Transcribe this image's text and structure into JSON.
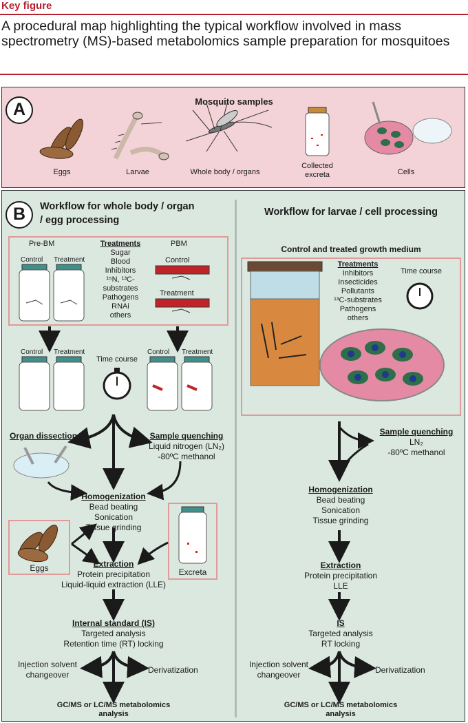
{
  "header": {
    "kicker": "Key figure",
    "title": "A procedural map highlighting the typical workflow involved in mass spectrometry (MS)-based metabolomics sample preparation for mosquitoes"
  },
  "panel_a": {
    "label": "A",
    "title": "Mosquito samples",
    "items": [
      "Eggs",
      "Larvae",
      "Whole body / organs",
      "Collected excreta",
      "Cells"
    ]
  },
  "panel_b": {
    "label": "B",
    "left_title": "Workflow for whole body / organ / egg processing",
    "right_title": "Workflow for larvae / cell processing",
    "left": {
      "pre_bm": "Pre-BM",
      "pbm": "PBM",
      "control": "Control",
      "treatment": "Treatment",
      "treatments_heading": "Treatments",
      "treatments": [
        "Sugar",
        "Blood",
        "Inhibitors",
        "¹⁵N, ¹³C-substrates",
        "Pathogens",
        "RNAi",
        "others"
      ],
      "time_course": "Time course",
      "organ_dissection": "Organ dissection",
      "sample_quenching": "Sample quenching",
      "quench_items": [
        "Liquid nitrogen (LN₂)",
        "-80ºC methanol"
      ],
      "homogenization": "Homogenization",
      "homog_items": [
        "Bead beating",
        "Sonication",
        "Tissue grinding"
      ],
      "eggs": "Eggs",
      "excreta": "Excreta",
      "extraction": "Extraction",
      "extraction_items": [
        "Protein precipitation",
        "Liquid-liquid extraction (LLE)"
      ],
      "internal_standard": "Internal standard (IS)",
      "is_items": [
        "Targeted analysis",
        "Retention time (RT) locking"
      ],
      "injection": "Injection solvent changeover",
      "derivatization": "Derivatization",
      "final": "GC/MS or LC/MS metabolomics analysis"
    },
    "right": {
      "medium_title": "Control and treated growth medium",
      "treatments_heading": "Treatments",
      "treatments": [
        "Inhibitors",
        "Insecticides",
        "Pollutants",
        "¹³C-substrates",
        "Pathogens",
        "others"
      ],
      "time_course": "Time course",
      "sample_quenching": "Sample quenching",
      "quench_items": [
        "LN₂",
        "-80ºC methanol"
      ],
      "homogenization": "Homogenization",
      "homog_items": [
        "Bead beating",
        "Sonication",
        "Tissue grinding"
      ],
      "extraction": "Extraction",
      "extraction_items": [
        "Protein precipitation",
        "LLE"
      ],
      "is": "IS",
      "is_items": [
        "Targeted analysis",
        "RT locking"
      ],
      "injection": "Injection solvent changeover",
      "derivatization": "Derivatization",
      "final": "GC/MS or LC/MS metabolomics analysis"
    }
  },
  "colors": {
    "accent_red": "#b51f2e",
    "panel_a_bg": "#f3d3d7",
    "panel_b_bg": "#dbe8e0",
    "box_border": "#e09a9a",
    "egg_brown": "#8a5a33",
    "medium_orange": "#d9893f",
    "cell_green": "#2f6e4a",
    "dish_pink": "#e58aa4"
  }
}
